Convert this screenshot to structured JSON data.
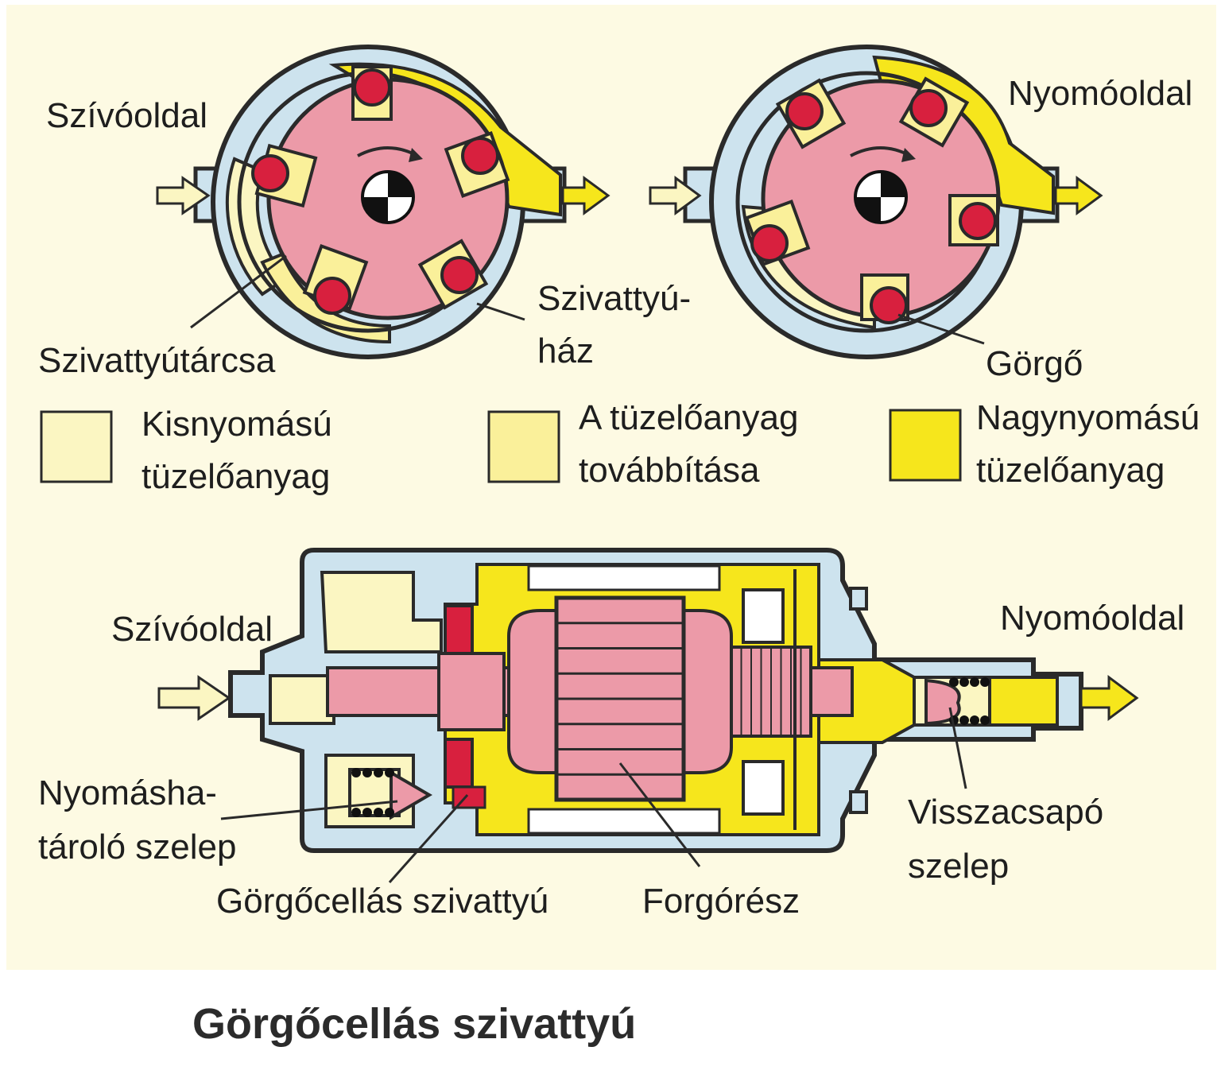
{
  "colors": {
    "paper": "#fdfae3",
    "housing_blue": "#cde3ee",
    "outline": "#2a2a2a",
    "rotor_pink": "#ec9aa8",
    "roller_red": "#d8203e",
    "fuel_low": "#fbf6c2",
    "fuel_transfer": "#faf09a",
    "fuel_high": "#f6e61c",
    "hub_dark": "#111111"
  },
  "top_left_pump": {
    "suction_label": "Szívóoldal",
    "disc_label": "Szivattyútárcsa",
    "housing_label_line1": "Szivattyú-",
    "housing_label_line2": "ház"
  },
  "top_right_pump": {
    "pressure_label": "Nyomóoldal",
    "roller_label": "Görgő"
  },
  "legend": [
    {
      "line1": "Kisnyomású",
      "line2": "tüzelőanyag",
      "swatch": "fuel_low"
    },
    {
      "line1": "A tüzelőanyag",
      "line2": "továbbítása",
      "swatch": "fuel_transfer"
    },
    {
      "line1": "Nagynyomású",
      "line2": "tüzelőanyag",
      "swatch": "fuel_high"
    }
  ],
  "bottom_pump": {
    "suction_label": "Szívóoldal",
    "pressure_label": "Nyomóoldal",
    "relief_valve_line1": "Nyomásha-",
    "relief_valve_line2": "tároló szelep",
    "roller_cell_label": "Görgőcellás szivattyú",
    "rotor_label": "Forgórész",
    "check_valve_line1": "Visszacsapó",
    "check_valve_line2": "szelep"
  },
  "caption": "Görgőcellás szivattyú"
}
